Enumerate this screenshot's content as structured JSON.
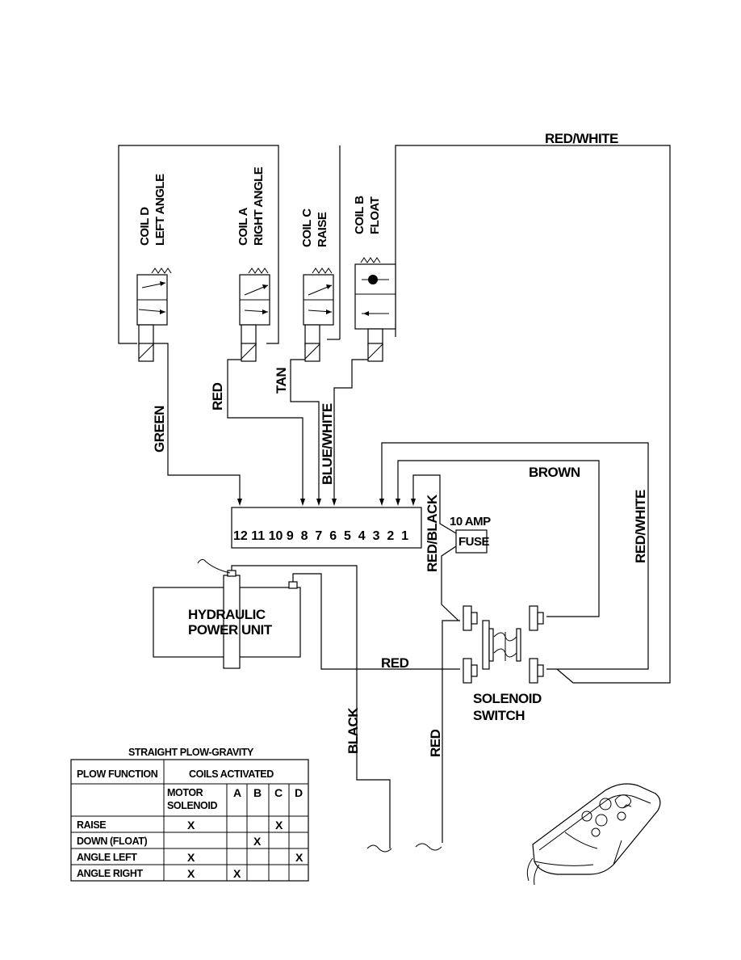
{
  "wires": {
    "red_white_top": "RED/WHITE",
    "red_white_right": "RED/WHITE",
    "green": "GREEN",
    "red_coil_a": "RED",
    "tan": "TAN",
    "blue_white": "BLUE/WHITE",
    "brown": "BROWN",
    "red_black": "RED/BLACK",
    "red_pump": "RED",
    "black": "BLACK",
    "red_bottom": "RED"
  },
  "coils": [
    {
      "name": "COIL  D",
      "function": "LEFT ANGLE"
    },
    {
      "name": "COIL  A",
      "function": "RIGHT ANGLE"
    },
    {
      "name": "COIL  C",
      "function": "RAISE"
    },
    {
      "name": "COIL  B",
      "function": "FLOAT"
    }
  ],
  "terminal_strip": "12 11 10 9  8  7  6  5  4  3  2  1",
  "fuse": {
    "rating": "10 AMP",
    "label": "FUSE"
  },
  "power_unit": {
    "line1": "HYDRAULIC",
    "line2": "POWER UNIT"
  },
  "solenoid_switch": {
    "line1": "SOLENOID",
    "line2": "SWITCH"
  },
  "table": {
    "title": "STRAIGHT PLOW-GRAVITY",
    "header_function": "PLOW FUNCTION",
    "header_coils": "COILS ACTIVATED",
    "sub_motor_1": "MOTOR",
    "sub_motor_2": "SOLENOID",
    "cols": [
      "A",
      "B",
      "C",
      "D"
    ],
    "rows": [
      {
        "function": "RAISE",
        "motor": "X",
        "A": "",
        "B": "",
        "C": "X",
        "D": ""
      },
      {
        "function": "DOWN (FLOAT)",
        "motor": "",
        "A": "",
        "B": "X",
        "C": "",
        "D": ""
      },
      {
        "function": "ANGLE LEFT",
        "motor": "X",
        "A": "",
        "B": "",
        "C": "",
        "D": "X"
      },
      {
        "function": "ANGLE RIGHT",
        "motor": "X",
        "A": "X",
        "B": "",
        "C": "",
        "D": ""
      }
    ]
  }
}
